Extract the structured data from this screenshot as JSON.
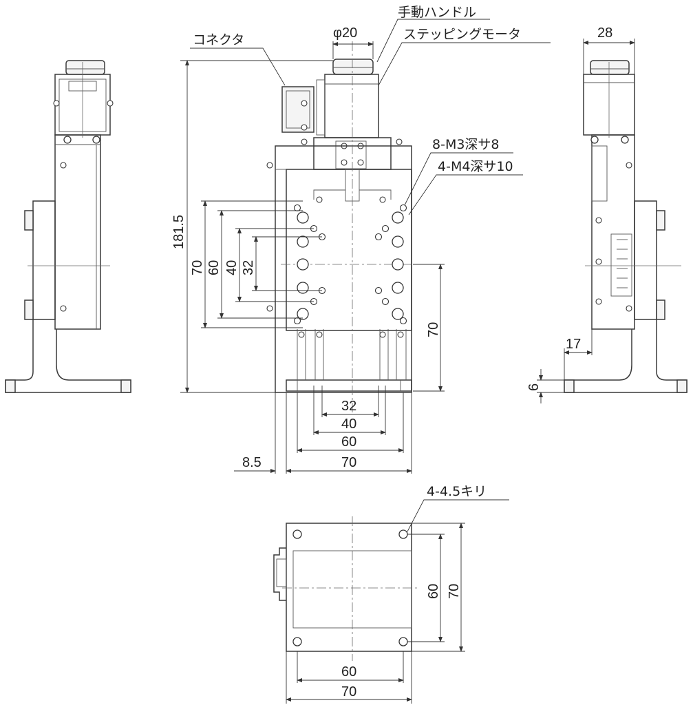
{
  "callouts": {
    "connector": "コネクタ",
    "handle": "手動ハンドル",
    "motor": "ステッピングモータ",
    "taps_m3": "8-M3深サ8",
    "taps_m4": "4-M4深サ10",
    "holes": "4-4.5キリ"
  },
  "dimensions": {
    "phi": "φ20",
    "width_side": "28",
    "height_total": "181.5",
    "pitch_70_v": "70",
    "pitch_60_v": "60",
    "pitch_40_v": "40",
    "pitch_32_v": "32",
    "base_70_v": "70",
    "pitch_32_h": "32",
    "pitch_40_h": "40",
    "pitch_60_h": "60",
    "base_70_h": "70",
    "offset_8_5": "8.5",
    "offset_17": "17",
    "thick_6": "6",
    "bottom_60_v": "60",
    "bottom_70_v": "70",
    "bottom_60_h": "60",
    "bottom_70_h": "70"
  }
}
